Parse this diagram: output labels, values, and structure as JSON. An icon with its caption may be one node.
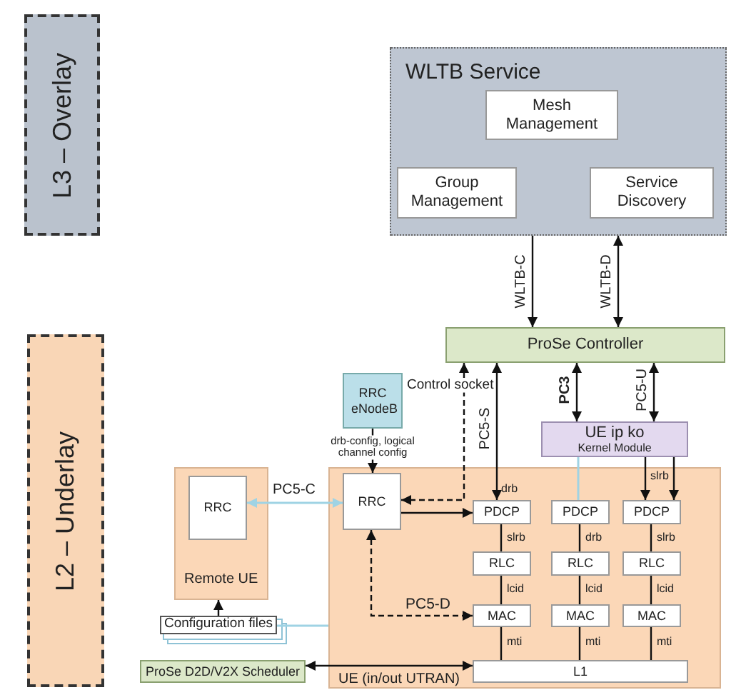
{
  "diagram": {
    "nodes": [
      {
        "text": [
          "L3 – Overlay"
        ]
      },
      {
        "text": [
          "L2 – Underlay"
        ]
      },
      {
        "text": [
          "WLTB Service"
        ]
      },
      {
        "text": [
          "Mesh Management"
        ],
        "in": 2
      },
      {
        "text": [
          "Group Management"
        ],
        "in": 2
      },
      {
        "text": [
          "Service Discovery"
        ],
        "in": 2
      },
      {
        "text": [
          "ProSe Controller"
        ]
      },
      {
        "text": [
          "RRC eNodeB"
        ]
      },
      {
        "text": [
          "Remote UE"
        ]
      },
      {
        "text": [
          "RRC"
        ],
        "in": 8
      },
      {
        "text": [
          "UE (in/out UTRAN)"
        ]
      },
      {
        "text": [
          "RRC"
        ],
        "in": 10
      },
      {
        "text": [
          "UE ip ko",
          "Kernel Module"
        ]
      },
      {
        "text": [
          "PDCP"
        ],
        "in": 10
      },
      {
        "text": [
          "PDCP"
        ],
        "in": 10
      },
      {
        "text": [
          "PDCP"
        ],
        "in": 10
      },
      {
        "text": [
          "RLC"
        ],
        "in": 10
      },
      {
        "text": [
          "RLC"
        ],
        "in": 10
      },
      {
        "text": [
          "RLC"
        ],
        "in": 10
      },
      {
        "text": [
          "MAC"
        ],
        "in": 10
      },
      {
        "text": [
          "MAC"
        ],
        "in": 10
      },
      {
        "text": [
          "MAC"
        ],
        "in": 10
      },
      {
        "text": [
          "L1"
        ],
        "in": 10
      },
      {
        "text": [
          "Configuration files"
        ]
      },
      {
        "text": [
          "ProSe D2D/V2X  Scheduler"
        ]
      }
    ],
    "edges": [
      {
        "from": 2,
        "to": 6,
        "arrow": "to",
        "label": "WLTB-C"
      },
      {
        "from": 2,
        "to": 6,
        "arrow": "both",
        "label": "WLTB-D"
      },
      {
        "from": 6,
        "to": 11,
        "arrow": "both",
        "label": "Control socket",
        "style": "dashed"
      },
      {
        "from": 6,
        "to": 13,
        "arrow": "both",
        "label": "PC5-S"
      },
      {
        "from": 6,
        "to": 12,
        "arrow": "both",
        "label": "PC3"
      },
      {
        "from": 6,
        "to": 12,
        "arrow": "both",
        "label": "PC5-U"
      },
      {
        "from": 7,
        "to": 11,
        "arrow": "to",
        "label": "drb-config, logical channel config"
      },
      {
        "from": 9,
        "to": 11,
        "arrow": "both",
        "label": "PC5-C",
        "color": "#9fd3e4"
      },
      {
        "from": 11,
        "to": 13,
        "arrow": "to"
      },
      {
        "from": 11,
        "to": 19,
        "arrow": "both",
        "label": "PC5-D",
        "style": "dashed"
      },
      {
        "from": 12,
        "to": 14,
        "arrow": "none",
        "color": "#9fd3e4"
      },
      {
        "from": 12,
        "to": 15,
        "arrow": "to",
        "label": "slrb"
      },
      {
        "from": 12,
        "to": 15,
        "arrow": "to"
      },
      {
        "from": 13,
        "to": 16,
        "arrow": "none",
        "label": "slrb"
      },
      {
        "from": 14,
        "to": 17,
        "arrow": "none",
        "label": "drb"
      },
      {
        "from": 15,
        "to": 18,
        "arrow": "none",
        "label": "slrb"
      },
      {
        "from": 16,
        "to": 19,
        "arrow": "none",
        "label": "lcid"
      },
      {
        "from": 17,
        "to": 20,
        "arrow": "none",
        "label": "lcid"
      },
      {
        "from": 18,
        "to": 21,
        "arrow": "none",
        "label": "lcid"
      },
      {
        "from": 19,
        "to": 22,
        "arrow": "none",
        "label": "mti"
      },
      {
        "from": 20,
        "to": 22,
        "arrow": "none",
        "label": "mti"
      },
      {
        "from": 21,
        "to": 22,
        "arrow": "none",
        "label": "mti"
      },
      {
        "from": 23,
        "to": 8,
        "arrow": "to"
      },
      {
        "from": 23,
        "to": 10,
        "arrow": "none",
        "color": "#9fd3e4"
      },
      {
        "from": 24,
        "to": 22,
        "arrow": "both"
      }
    ],
    "labels": [
      "drb"
    ]
  }
}
